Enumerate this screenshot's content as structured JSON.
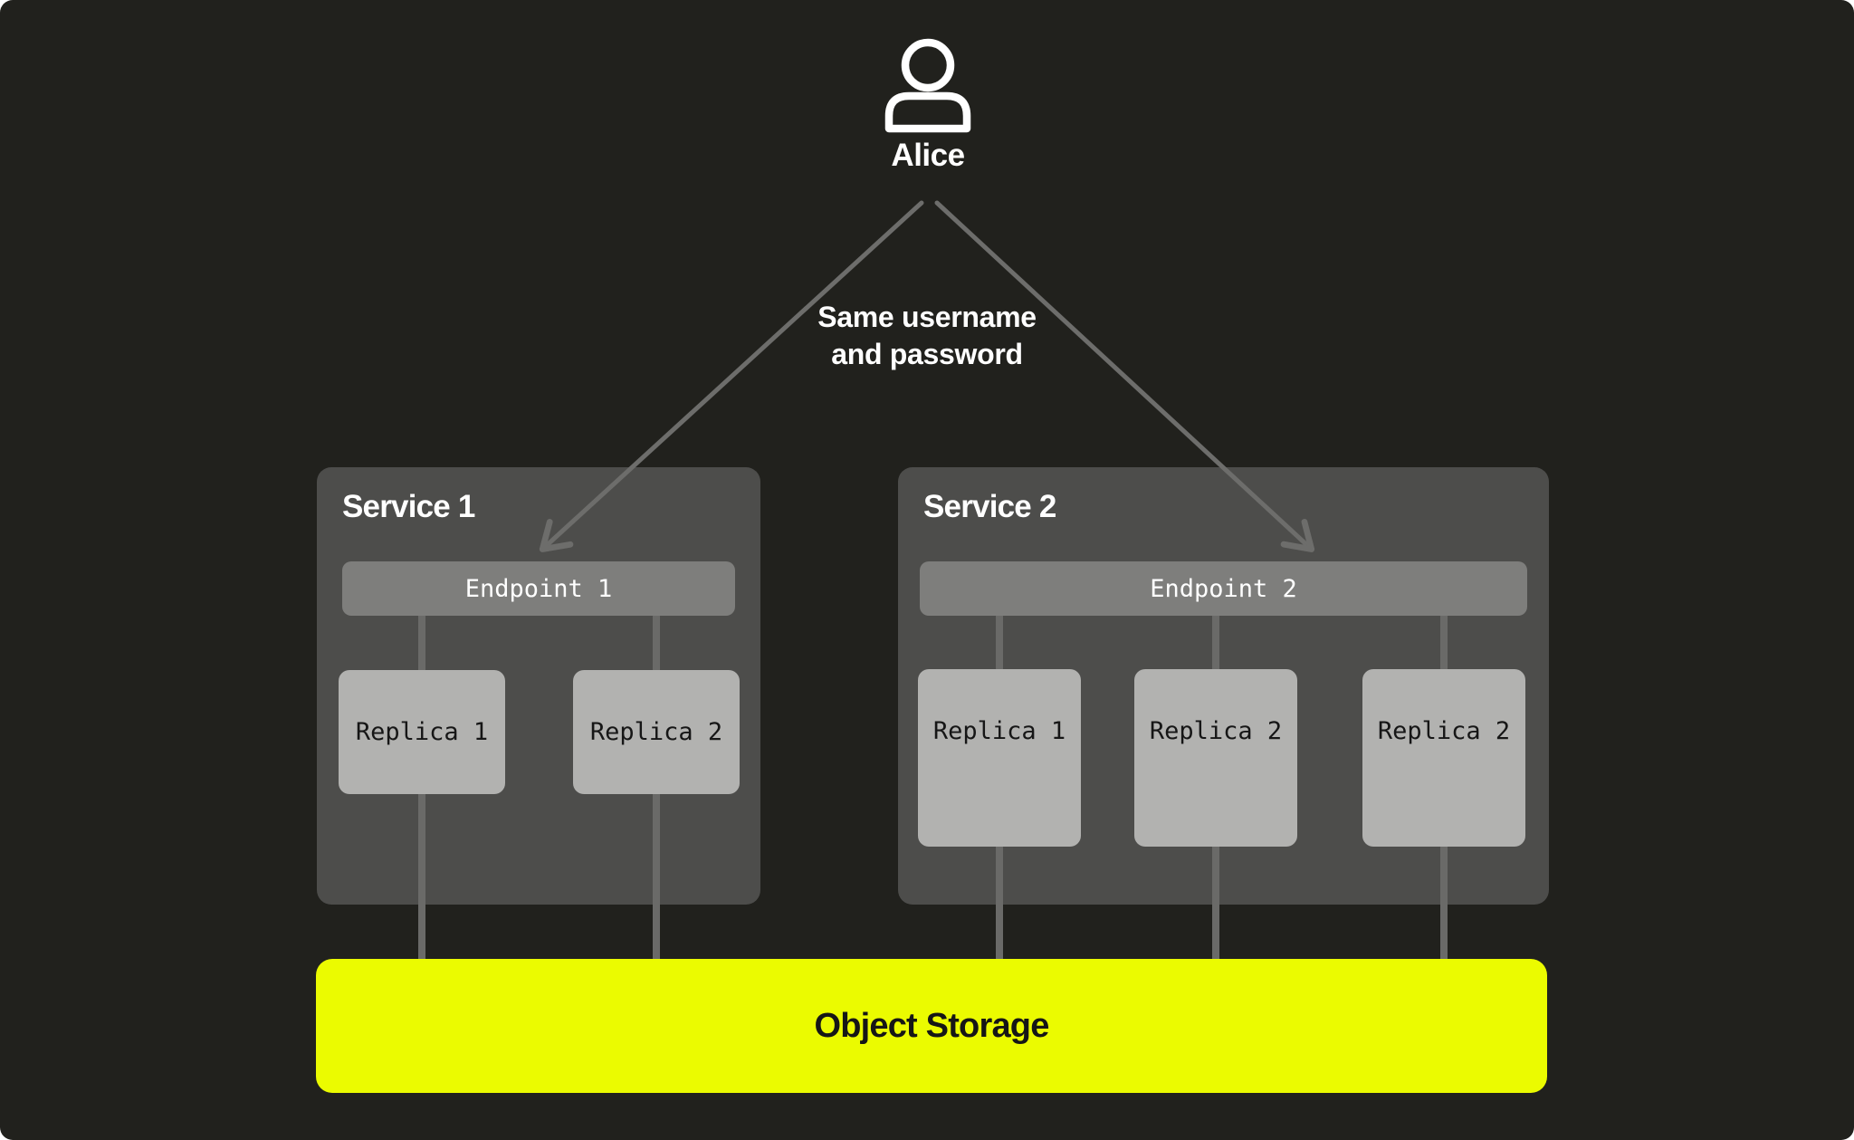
{
  "diagram": {
    "user": {
      "name": "Alice",
      "icon": "person-icon"
    },
    "annotation": "Same username and password",
    "services": [
      {
        "title": "Service 1",
        "endpoint": "Endpoint 1",
        "replicas": [
          "Replica 1",
          "Replica 2"
        ]
      },
      {
        "title": "Service 2",
        "endpoint": "Endpoint 2",
        "replicas": [
          "Replica 1",
          "Replica 2",
          "Replica 2"
        ]
      }
    ],
    "storage": {
      "label": "Object Storage"
    },
    "colors": {
      "page_background": "#ffffff",
      "panel_background": "#21211d",
      "service_box": "#4d4d4b",
      "endpoint_bar": "#7e7e7c",
      "replica_box": "#b2b2b0",
      "connector_line": "#6a6a68",
      "arrow": "#6d6d6b",
      "storage_accent": "#ebfb00",
      "text_light": "#ffffff",
      "text_dark": "#161616"
    }
  }
}
